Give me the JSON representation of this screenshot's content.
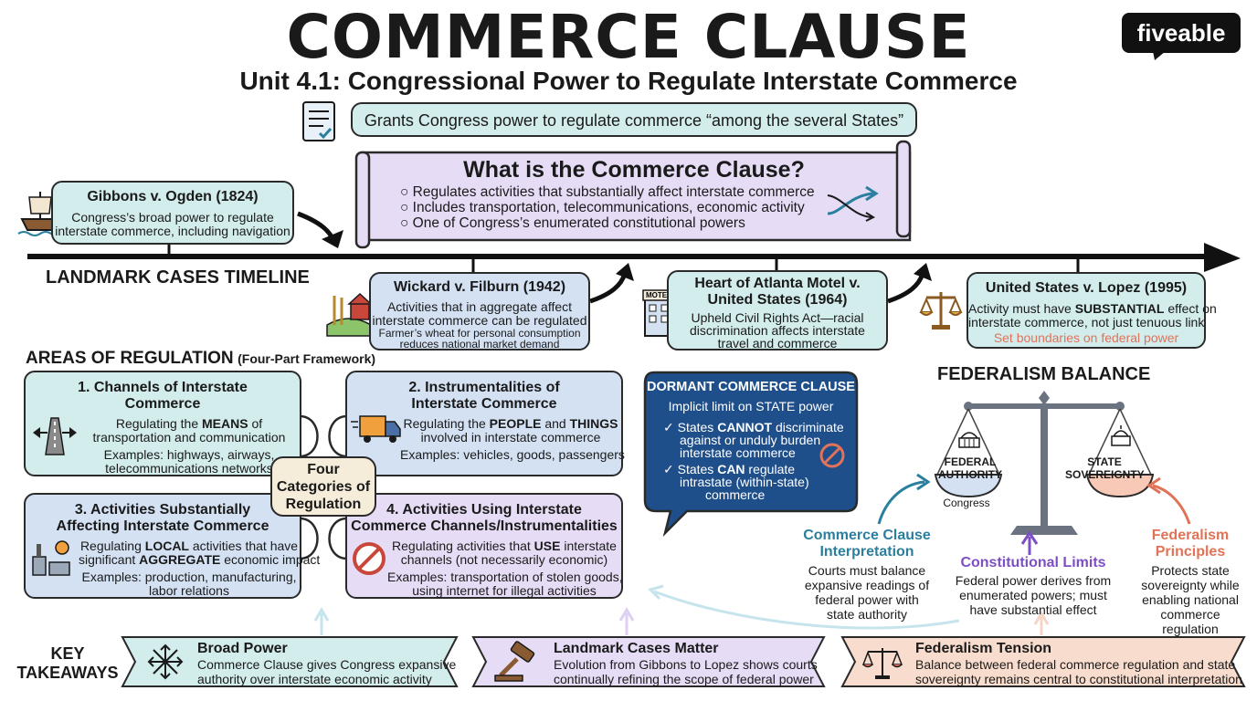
{
  "header": {
    "title": "COMMERCE CLAUSE",
    "subtitle": "Unit 4.1: Congressional Power to Regulate Interstate Commerce",
    "grant": "Grants Congress power to regulate commerce “among the several States”",
    "brand": "fiveable",
    "icons": [
      "document-icon",
      "logo-icon"
    ]
  },
  "definition": {
    "title": "What is the Commerce Clause?",
    "bullets": [
      "Regulates activities that substantially affect interstate commerce",
      "Includes transportation, telecommunications, economic activity",
      "One of Congress’s enumerated constitutional powers"
    ],
    "icons": [
      "scroll-icon",
      "arrow-cross-icon"
    ]
  },
  "timeline": {
    "label": "LANDMARK CASES TIMELINE",
    "cases": [
      {
        "title": "Gibbons v. Ogden (1824)",
        "line1": "Congress’s broad power to regulate",
        "line2": "interstate commerce, including navigation",
        "icon": "ship-icon"
      },
      {
        "title": "Wickard v. Filburn (1942)",
        "line1": "Activities that in aggregate affect",
        "line2": "interstate commerce can be regulated",
        "note1": "Farmer’s wheat for personal consumption",
        "note2": "reduces national market demand",
        "icon": "farm-icon"
      },
      {
        "title1": "Heart of Atlanta Motel v.",
        "title2": "United States (1964)",
        "line1": "Upheld Civil Rights Act—racial",
        "line2": "discrimination affects interstate",
        "line3": "travel and commerce",
        "icon": "motel-icon",
        "sign": "MOTEL"
      },
      {
        "title": "United States v. Lopez (1995)",
        "line1a": "Activity must have ",
        "line1b": "SUBSTANTIAL",
        "line1c": " effect on",
        "line2": "interstate commerce, not just tenuous link",
        "note": "Set boundaries on federal power",
        "icon": "scales-icon"
      }
    ]
  },
  "areas": {
    "heading": "AREAS OF REGULATION",
    "heading_sub": "(Four-Part Framework)",
    "center1": "Four",
    "center2": "Categories of",
    "center3": "Regulation",
    "items": [
      {
        "t1": "1. Channels of Interstate",
        "t2": "Commerce",
        "d1a": "Regulating the ",
        "d1b": "MEANS",
        "d1c": " of",
        "d2": "transportation and communication",
        "e1": "Examples: highways, airways,",
        "e2": "telecommunications networks",
        "icon": "highway-icon"
      },
      {
        "t1": "2. Instrumentalities of",
        "t2": "Interstate Commerce",
        "d1a": "Regulating the ",
        "d1b": "PEOPLE",
        "d1c": " and ",
        "d1d": "THINGS",
        "d2": "involved in interstate commerce",
        "e1": "Examples: vehicles, goods, passengers",
        "icon": "truck-icon"
      },
      {
        "t1": "3. Activities Substantially",
        "t2": "Affecting Interstate Commerce",
        "d1a": "Regulating ",
        "d1b": "LOCAL",
        "d1c": " activities that have",
        "d2a": "significant ",
        "d2b": "AGGREGATE",
        "d2c": " economic impact",
        "e1": "Examples: production, manufacturing,",
        "e2": "labor relations",
        "icon": "factory-icon"
      },
      {
        "t1": "4. Activities Using Interstate",
        "t2": "Commerce Channels/Instrumentalities",
        "d1a": "Regulating activities that ",
        "d1b": "USE",
        "d1c": " interstate",
        "d2": "channels (not necessarily economic)",
        "e1": "Examples: transportation of stolen goods,",
        "e2": "using internet for illegal activities",
        "icon": "prohibited-icon"
      }
    ]
  },
  "dormant": {
    "title": "DORMANT COMMERCE CLAUSE",
    "sub": "Implicit limit on STATE power",
    "b1a": "✓ States ",
    "b1b": "CANNOT",
    "b1c": " discriminate",
    "b1l2": "against or unduly burden",
    "b1l3": "interstate commerce",
    "b2a": "✓ States ",
    "b2b": "CAN",
    "b2c": " regulate",
    "b2l2": "intrastate (within-state)",
    "b2l3": "commerce",
    "icon": "no-symbol-icon"
  },
  "federalism": {
    "heading": "FEDERALISM BALANCE",
    "left1": "FEDERAL",
    "left2": "AUTHORITY",
    "right1": "STATE",
    "right2": "SOVEREIGNTY",
    "congress": "Congress",
    "cc1": "Commerce Clause",
    "cc2": "Interpretation",
    "cc_d": [
      "Courts must balance",
      "expansive readings of",
      "federal power with",
      "state authority"
    ],
    "cl": "Constitutional Limits",
    "cl_d": [
      "Federal power derives from",
      "enumerated powers; must",
      "have substantial effect"
    ],
    "fp1": "Federalism",
    "fp2": "Principles",
    "fp_d": [
      "Protects state",
      "sovereignty while",
      "enabling national",
      "commerce regulation"
    ],
    "icons": [
      "balance-scale-icon",
      "capitol-icon",
      "statehouse-icon"
    ]
  },
  "takeaways": {
    "label1": "KEY",
    "label2": "TAKEAWAYS",
    "items": [
      {
        "title": "Broad Power",
        "l1": "Commerce Clause gives Congress expansive",
        "l2": "authority over interstate economic activity",
        "icon": "expand-arrows-icon"
      },
      {
        "title": "Landmark Cases Matter",
        "l1": "Evolution from Gibbons to Lopez shows courts",
        "l2": "continually refining the scope of federal power",
        "icon": "gavel-icon"
      },
      {
        "title": "Federalism Tension",
        "l1": "Balance between federal commerce regulation and state",
        "l2": "sovereignty remains central to constitutional interpretation",
        "icon": "scales-small-icon"
      }
    ]
  },
  "colors": {
    "teal": "#d3ecec",
    "violet": "#e6dcf5",
    "blue": "#d3e1f3",
    "peach": "#f8dccd",
    "navy": "#1f4f8a",
    "coral": "#e0735a",
    "tealText": "#2a7f9e",
    "violetText": "#7d4fc4",
    "coralText": "#e07357"
  }
}
